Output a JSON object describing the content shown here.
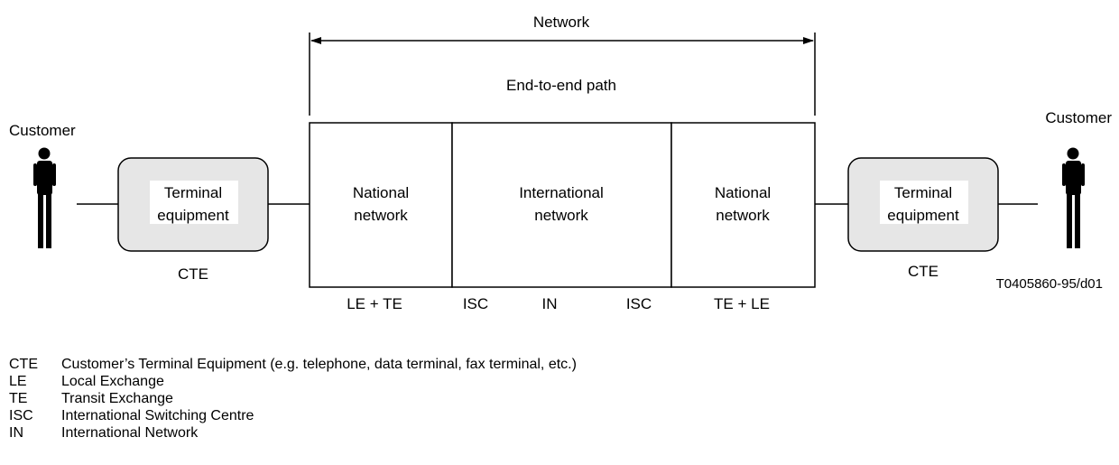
{
  "title": "Network",
  "path_label": "End-to-end path",
  "customer_left": "Customer",
  "customer_right": "Customer",
  "terminal_left": [
    "Terminal",
    "equipment"
  ],
  "terminal_right": [
    "Terminal",
    "equipment"
  ],
  "cte_left": "CTE",
  "cte_right": "CTE",
  "national_left": [
    "National",
    "network"
  ],
  "international": [
    "International",
    "network"
  ],
  "national_right": [
    "National",
    "network"
  ],
  "labels_below": {
    "le_te": "LE + TE",
    "isc_left": "ISC",
    "in": "IN",
    "isc_right": "ISC",
    "te_le": "TE + LE"
  },
  "figure_id": "T0405860-95/d01",
  "legend": [
    {
      "abbr": "CTE",
      "text": "Customer’s Terminal Equipment (e.g. telephone, data terminal, fax terminal, etc.)"
    },
    {
      "abbr": "LE",
      "text": "Local Exchange"
    },
    {
      "abbr": "TE",
      "text": "Transit Exchange"
    },
    {
      "abbr": "ISC",
      "text": "International Switching Centre"
    },
    {
      "abbr": "IN",
      "text": "International Network"
    }
  ],
  "colors": {
    "terminal_fill": "#e6e6e6",
    "line": "#000000"
  },
  "icons": [
    "person-icon",
    "person-icon"
  ]
}
